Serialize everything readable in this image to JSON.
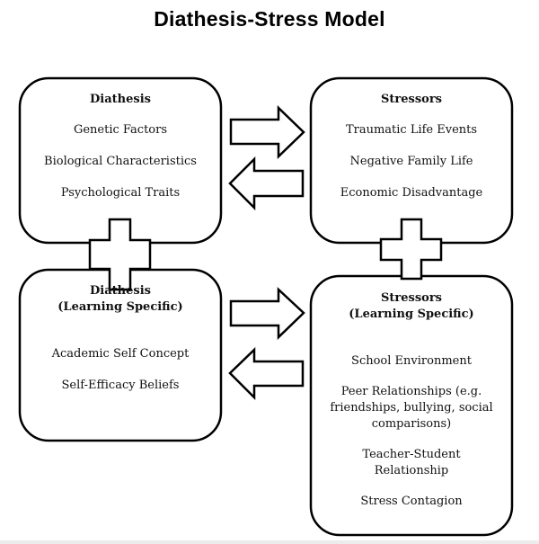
{
  "title": "Diathesis-Stress Model",
  "boxes": {
    "diathesis": {
      "heading": "Diathesis",
      "items": [
        "Genetic Factors",
        "Biological Characteristics",
        "Psychological Traits"
      ]
    },
    "stressors": {
      "heading": "Stressors",
      "items": [
        "Traumatic Life Events",
        "Negative Family Life",
        "Economic Disadvantage"
      ]
    },
    "diathesis_learning": {
      "heading": [
        "Diathesis",
        "(Learning Specific)"
      ],
      "items": [
        "Academic Self Concept",
        "Self-Efficacy Beliefs"
      ]
    },
    "stressors_learning": {
      "heading": [
        "Stressors",
        "(Learning Specific)"
      ],
      "items": [
        "School Environment",
        "Peer Relationships (e.g. friendships, bullying, social comparisons)",
        "Teacher-Student Relationship",
        "Stress Contagion"
      ]
    }
  },
  "connectors": {
    "top_arrows": [
      "right-arrow",
      "left-arrow"
    ],
    "bottom_arrows": [
      "right-arrow",
      "left-arrow"
    ],
    "plus_connectors": [
      "plus-left",
      "plus-right"
    ]
  }
}
